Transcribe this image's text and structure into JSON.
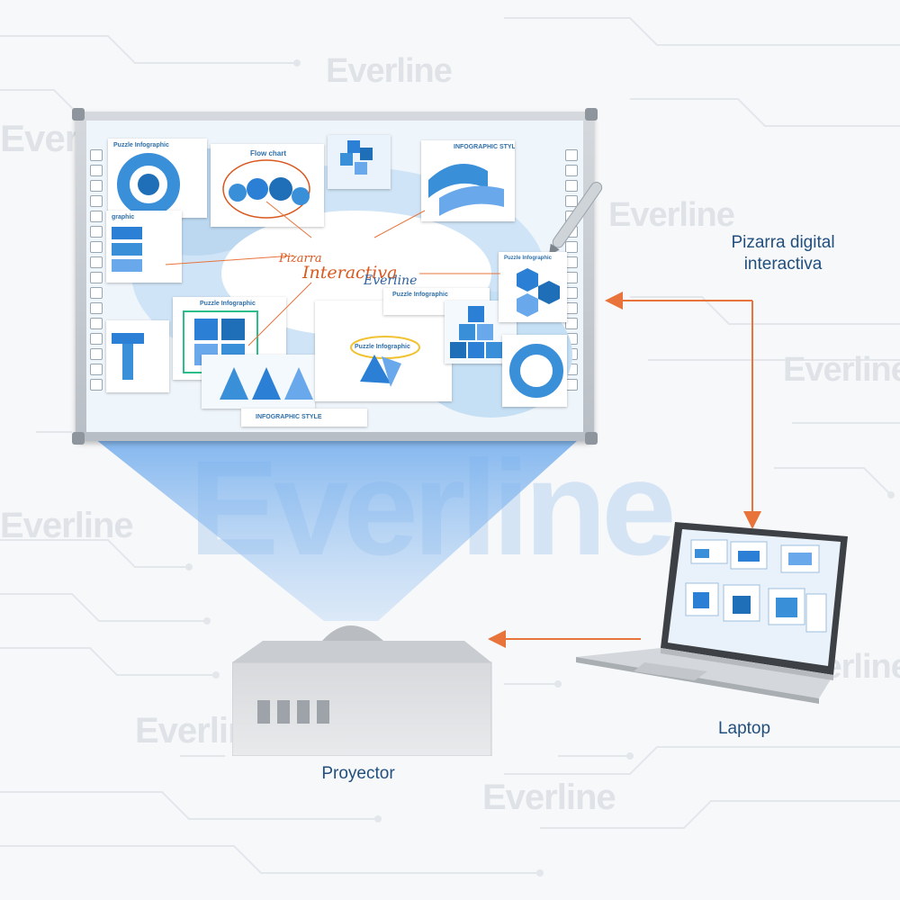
{
  "watermark": "Everline",
  "labels": {
    "board": "Pizarra digital interactiva",
    "board_line1": "Pizarra digital",
    "board_line2": "interactiva",
    "projector": "Proyector",
    "laptop": "Laptop"
  },
  "board_content": {
    "cards": {
      "puzzle_infographic": "Puzzle Infographic",
      "flow_chart": "Flow chart",
      "infographic_style": "INFOGRAPHIC STYLE",
      "graphic": "graphic",
      "puzzle_infographic_2": "Puzzle Infographic",
      "puzzle_infographic_3": "Puzzle Infographic",
      "puzzle_infographic_4": "Puzzle Infographic",
      "puzzle_infographic_5": "Puzzle Infographic",
      "infographic_style_2": "INFOGRAPHIC STYLE"
    },
    "handwriting": {
      "line1": "Pizarra",
      "line2": "Interactiva",
      "line3": "Everline"
    }
  },
  "colors": {
    "arrow": "#e8743b",
    "accent_blue": "#2b7fd4",
    "label_text": "#214f7e",
    "beam": "#6aa8ec"
  },
  "icons": [
    "pen-icon",
    "arrow-icon"
  ]
}
